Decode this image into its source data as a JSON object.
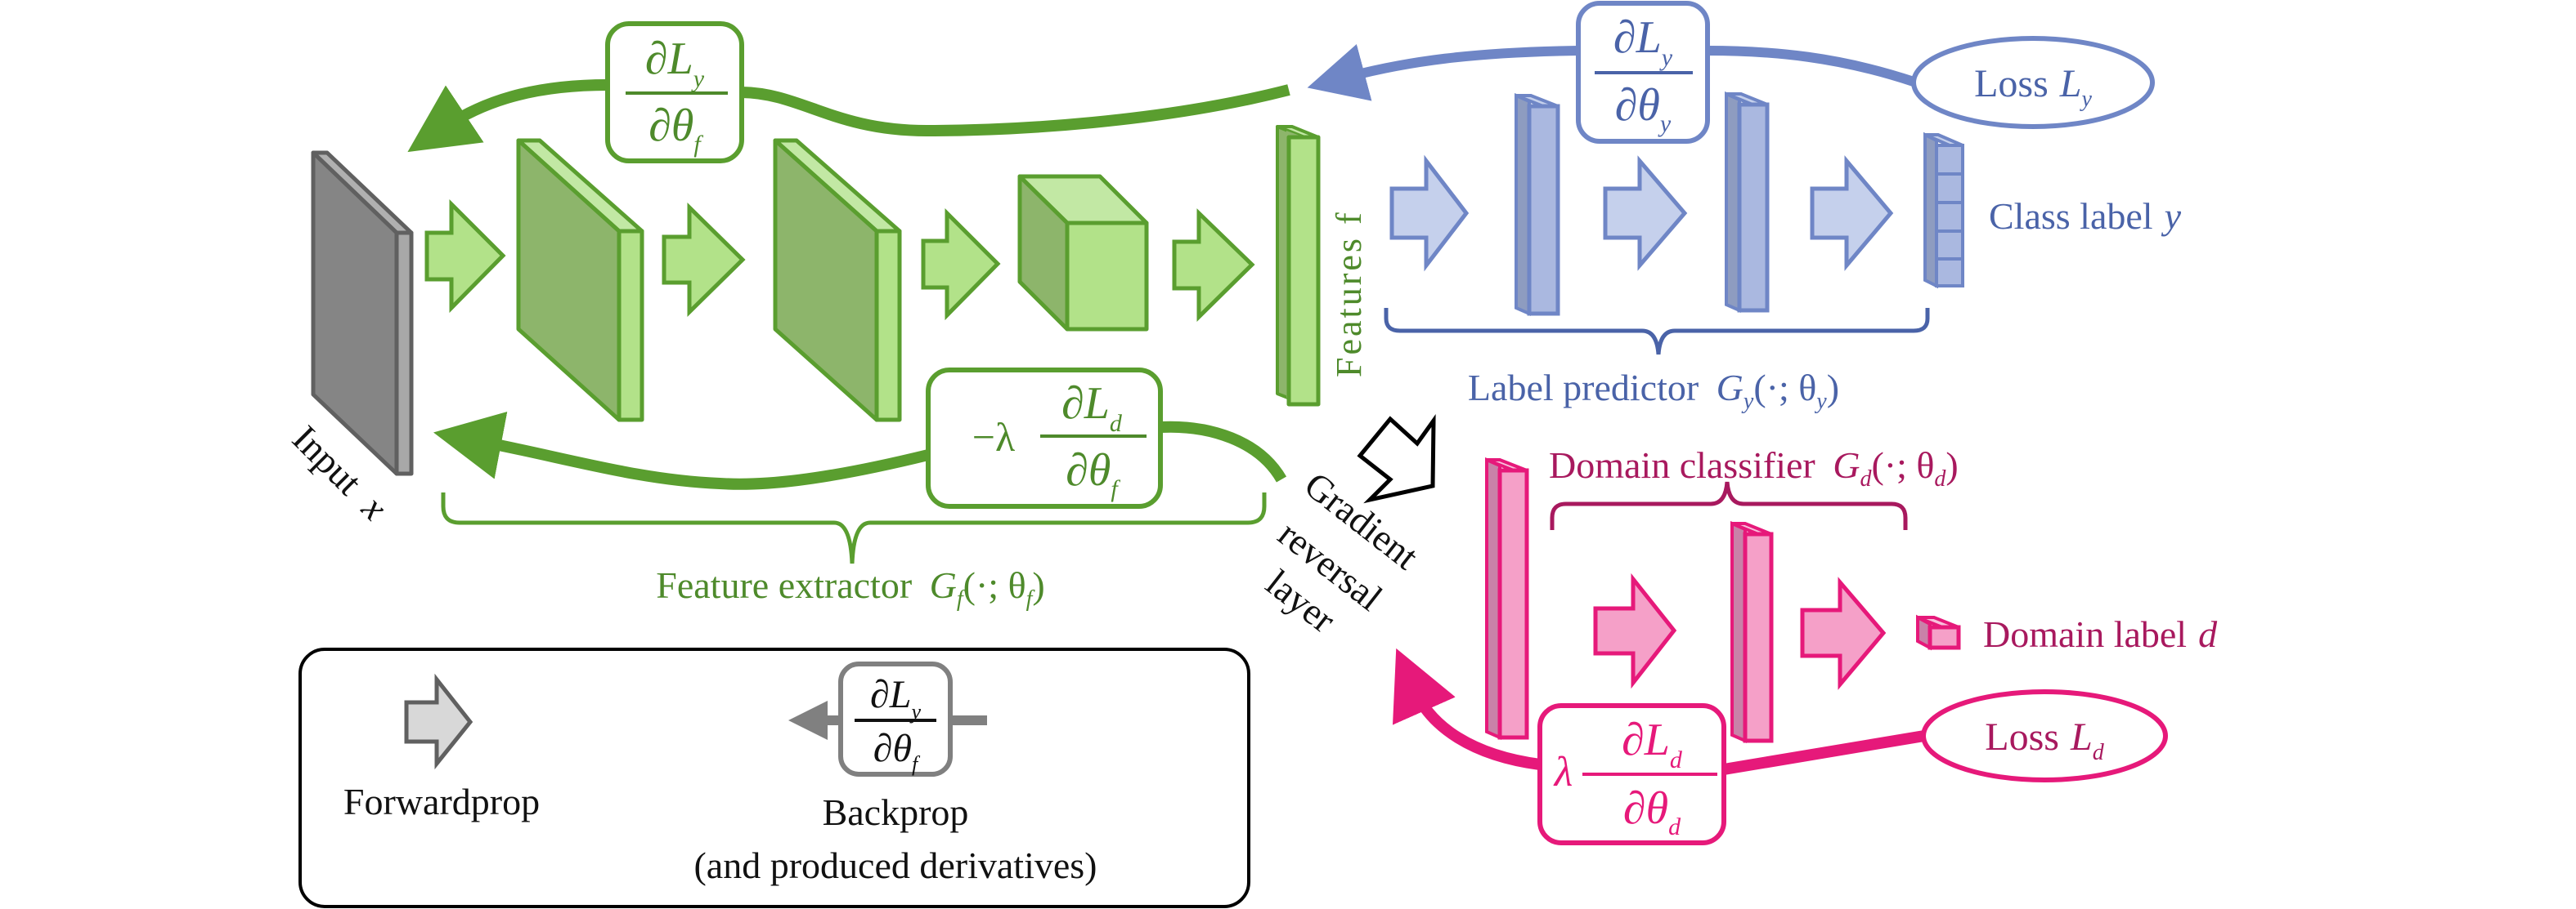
{
  "colors": {
    "green_stroke": "#5a9e2f",
    "green_text": "#4e8a2b",
    "green_front": "#b2e289",
    "green_top": "#c2e8a4",
    "green_side": "#8db56b",
    "blue_stroke": "#6f86c6",
    "blue_text": "#4a63a8",
    "blue_front": "#aab8e0",
    "blue_side": "#8e9cc0",
    "blue_arrow_fill": "#c5d0ec",
    "pink_stroke": "#e6197a",
    "pink_text": "#a8195e",
    "pink_front": "#f5a0c8",
    "pink_side": "#c981a8",
    "gray_stroke": "#606060",
    "gray_front": "#858585",
    "gray_edge": "#a8a8a8",
    "legend_arrow_fill": "#d8d8d8",
    "legend_backprop": "#808080"
  },
  "feature_extractor": {
    "input_label": "Input",
    "input_var": "x",
    "features_label": "Features f",
    "bracket_label": "Feature extractor",
    "bracket_math": {
      "G": "G",
      "sub": "f",
      "args": "(·; θ",
      "args_sub": "f",
      "close": ")"
    },
    "grad_top": {
      "num": "∂L",
      "num_sub": "y",
      "den": "∂θ",
      "den_sub": "f"
    },
    "grad_bottom": {
      "prefix": "−λ",
      "num": "∂L",
      "num_sub": "d",
      "den": "∂θ",
      "den_sub": "f"
    }
  },
  "label_predictor": {
    "bracket_label": "Label predictor",
    "bracket_math": {
      "G": "G",
      "sub": "y",
      "args": "(·; θ",
      "args_sub": "y",
      "close": ")"
    },
    "output_label": "Class label",
    "output_var": "y",
    "loss": {
      "label": "Loss",
      "var": "L",
      "sub": "y"
    },
    "grad": {
      "num": "∂L",
      "num_sub": "y",
      "den": "∂θ",
      "den_sub": "y"
    }
  },
  "domain_classifier": {
    "bracket_label": "Domain classifier",
    "bracket_math": {
      "G": "G",
      "sub": "d",
      "args": "(·; θ",
      "args_sub": "d",
      "close": ")"
    },
    "output_label": "Domain label",
    "output_var": "d",
    "loss": {
      "label": "Loss",
      "var": "L",
      "sub": "d"
    },
    "grad": {
      "prefix": "λ",
      "num": "∂L",
      "num_sub": "d",
      "den": "∂θ",
      "den_sub": "d"
    }
  },
  "gradient_reversal": {
    "lines": [
      "Gradient",
      "reversal",
      "layer"
    ]
  },
  "legend": {
    "forward_label": "Forwardprop",
    "backward_label": "Backprop",
    "backward_sublabel": "(and produced derivatives)",
    "grad": {
      "num": "∂L",
      "num_sub": "y",
      "den": "∂θ",
      "den_sub": "f"
    }
  }
}
